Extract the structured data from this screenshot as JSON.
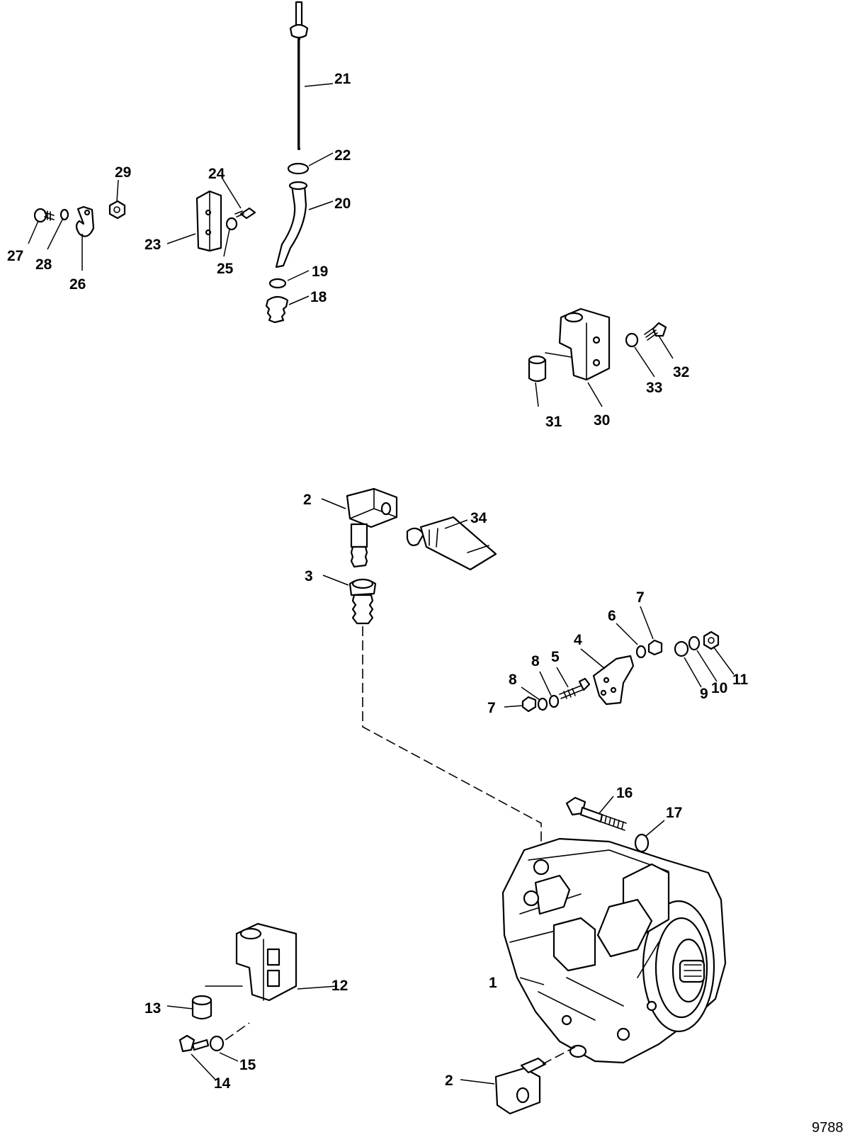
{
  "figure_id": "9788",
  "callouts": [
    {
      "id": "c1",
      "label": "1"
    },
    {
      "id": "c2a",
      "label": "2"
    },
    {
      "id": "c2b",
      "label": "2"
    },
    {
      "id": "c3",
      "label": "3"
    },
    {
      "id": "c4",
      "label": "4"
    },
    {
      "id": "c5",
      "label": "5"
    },
    {
      "id": "c6",
      "label": "6"
    },
    {
      "id": "c7a",
      "label": "7"
    },
    {
      "id": "c7b",
      "label": "7"
    },
    {
      "id": "c8a",
      "label": "8"
    },
    {
      "id": "c8b",
      "label": "8"
    },
    {
      "id": "c9",
      "label": "9"
    },
    {
      "id": "c10",
      "label": "10"
    },
    {
      "id": "c11",
      "label": "11"
    },
    {
      "id": "c12",
      "label": "12"
    },
    {
      "id": "c13",
      "label": "13"
    },
    {
      "id": "c14",
      "label": "14"
    },
    {
      "id": "c15",
      "label": "15"
    },
    {
      "id": "c16",
      "label": "16"
    },
    {
      "id": "c17",
      "label": "17"
    },
    {
      "id": "c18",
      "label": "18"
    },
    {
      "id": "c19",
      "label": "19"
    },
    {
      "id": "c20",
      "label": "20"
    },
    {
      "id": "c21",
      "label": "21"
    },
    {
      "id": "c22",
      "label": "22"
    },
    {
      "id": "c23",
      "label": "23"
    },
    {
      "id": "c24",
      "label": "24"
    },
    {
      "id": "c25",
      "label": "25"
    },
    {
      "id": "c26",
      "label": "26"
    },
    {
      "id": "c27",
      "label": "27"
    },
    {
      "id": "c28",
      "label": "28"
    },
    {
      "id": "c29",
      "label": "29"
    },
    {
      "id": "c30",
      "label": "30"
    },
    {
      "id": "c31",
      "label": "31"
    },
    {
      "id": "c32",
      "label": "32"
    },
    {
      "id": "c33",
      "label": "33"
    },
    {
      "id": "c34",
      "label": "34"
    }
  ]
}
